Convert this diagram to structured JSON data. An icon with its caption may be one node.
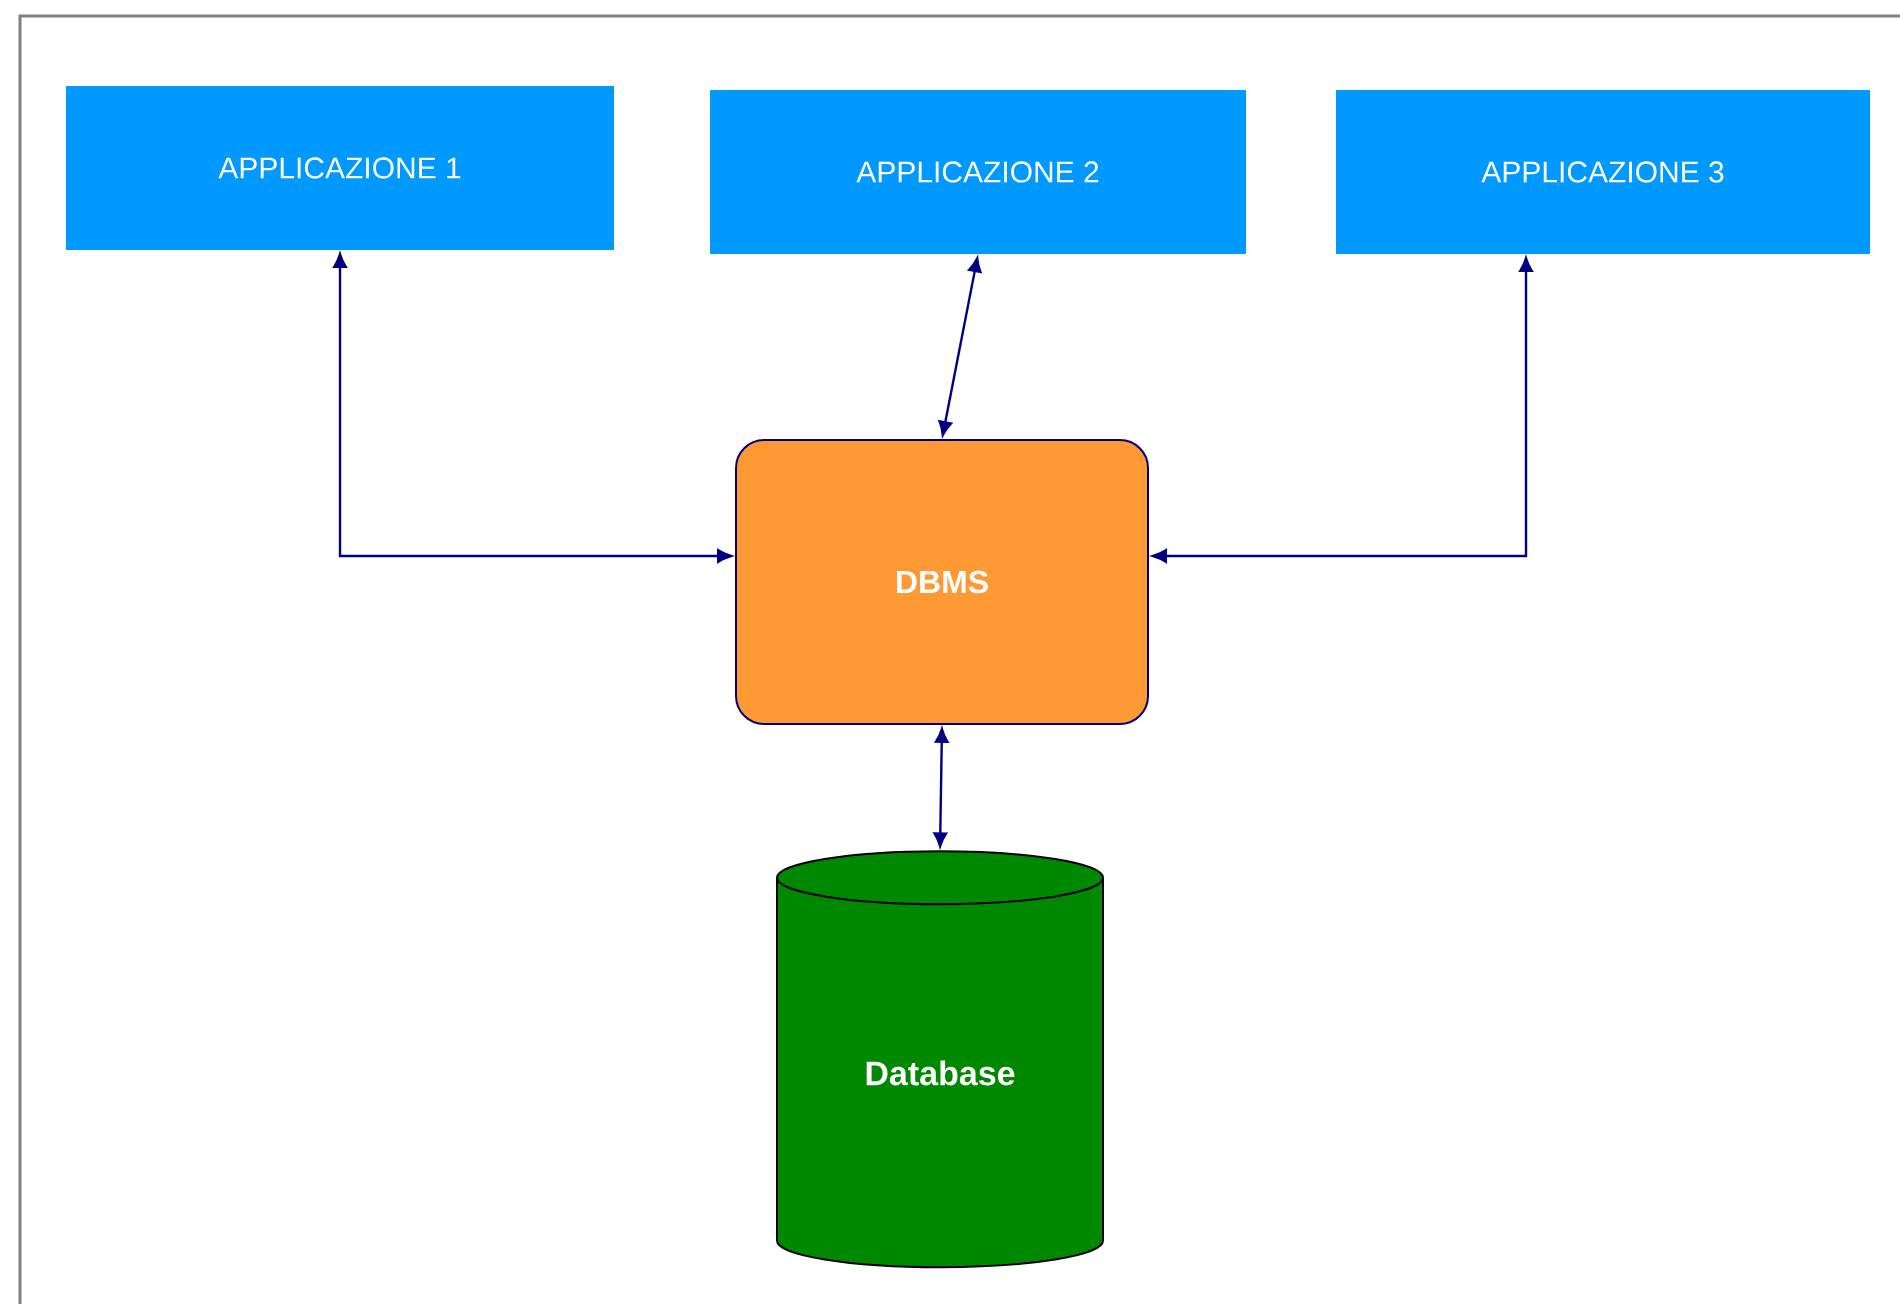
{
  "diagram": {
    "nodes": [
      {
        "text": [
          "APPLICAZIONE 1"
        ]
      },
      {
        "text": [
          "APPLICAZIONE 2"
        ]
      },
      {
        "text": [
          "APPLICAZIONE 3"
        ]
      },
      {
        "text": [
          "DBMS"
        ]
      },
      {
        "text": [
          "Database"
        ]
      }
    ],
    "edges": [
      {
        "from": 0,
        "to": 3,
        "arrow": "both"
      },
      {
        "from": 1,
        "to": 3,
        "arrow": "both"
      },
      {
        "from": 2,
        "to": 3,
        "arrow": "both"
      },
      {
        "from": 3,
        "to": 4,
        "arrow": "both"
      }
    ]
  }
}
